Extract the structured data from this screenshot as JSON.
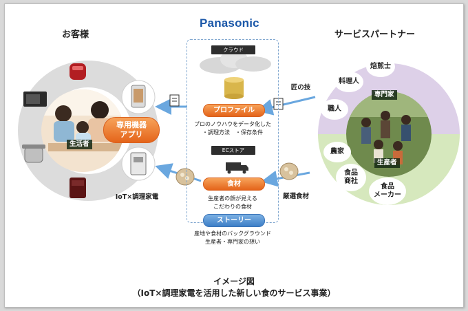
{
  "customer_title": "お客様",
  "partner_title": "サービスパートナー",
  "brand": "Panasonic",
  "cloud_label": "クラウド",
  "profile_label": "プロファイル",
  "profile_desc": [
    "プロのノウハウをデータ化した",
    "・調理方法　・保存条件"
  ],
  "ec_label": "ECストア",
  "food_label": "食材",
  "food_desc": [
    "生産者の顔が見える",
    "こだわりの食材"
  ],
  "story_label": "ストーリー",
  "story_desc": [
    "産地や食材のバックグラウンド",
    "生産者・専門家の想い"
  ],
  "app_label": [
    "専用機器",
    "アプリ"
  ],
  "consumer_label": "生活者",
  "iot_label": "IoT×調理家電",
  "takumi_label": "匠の技",
  "selected_food_label": "厳選食材",
  "expert_label": "専門家",
  "producer_label": "生産者",
  "partners_top": [
    "焙煎士",
    "料理人",
    "職人"
  ],
  "partners_bottom": [
    "農家",
    "食品\n商社",
    "食品\nメーカー"
  ],
  "caption": [
    "イメージ図",
    "（IoT×調理家電を活用した新しい食のサービス事業）"
  ],
  "colors": {
    "orange": "#ea7a2a",
    "blue": "#4a8bd0",
    "purple": "#ddd0e8",
    "green": "#d6e8bd",
    "arrow": "#6aa7df"
  }
}
